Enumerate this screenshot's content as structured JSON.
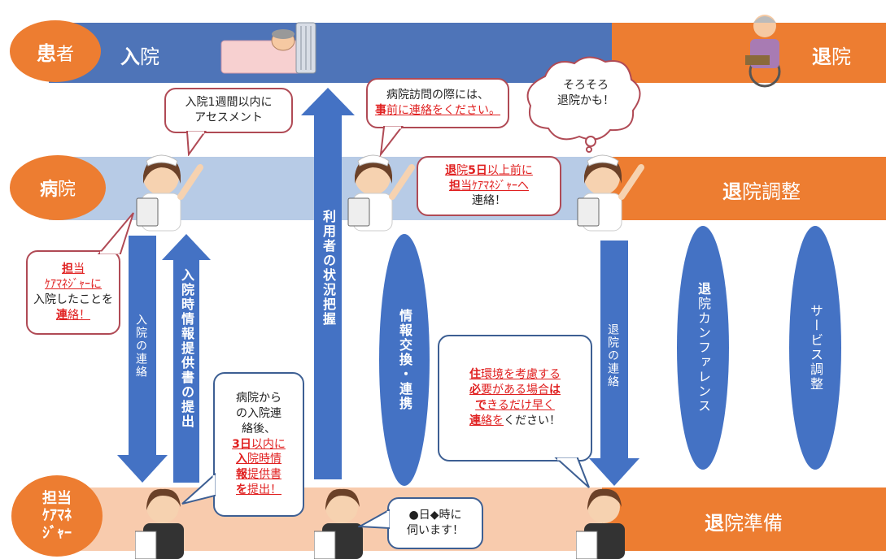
{
  "rows": {
    "patient": {
      "label_b": "患",
      "label": "者",
      "admit_b": "入",
      "admit": "院",
      "discharge_b": "退",
      "discharge": "院"
    },
    "hospital": {
      "label_b": "病",
      "label": "院",
      "coord_b": "退",
      "coord": "院調整"
    },
    "cm": {
      "line1_b": "担",
      "line1": "当",
      "line2": "ｹｱﾏﾈ",
      "line3": "ｼﾞｬｰ",
      "prep_b": "退",
      "prep": "院準備"
    }
  },
  "arrows": {
    "admit_contact": "入院の連絡",
    "info_sheet": "入院時情報提供書の提出",
    "status": "利用者の状況把握",
    "discharge_contact": "退院の連絡"
  },
  "ovals": {
    "exchange": "情報交換・連携",
    "conference_b": "退",
    "conference": "院カンファレンス",
    "service": "サービス調整"
  },
  "bubbles": {
    "assessment": {
      "l1": "入院1週間以内に",
      "l2": "アセスメント"
    },
    "visit": {
      "l1": "病院訪問の際には、",
      "l2_red": "事",
      "l2": "前に連絡をください。"
    },
    "thought": {
      "l1": "そろそろ",
      "l2": "退院かも！"
    },
    "five_days": {
      "a": "退",
      "b": "院",
      "c": "5日",
      "d": "以上前に",
      "e": "担",
      "f": "当ｹｱﾏﾈｼﾞｬｰへ",
      "g": "連絡！"
    },
    "notify": {
      "a": "担",
      "b": "当",
      "c": "ｹｱﾏﾈｼﾞｬｰに",
      "d": "入院したことを",
      "e": "連",
      "f": "絡！"
    },
    "three_days": {
      "l1": "病院から",
      "l2": "の入院連",
      "l3": "絡後、",
      "a": "3日",
      "b": "以内に",
      "c": "入",
      "d": "院時情",
      "e": "報",
      "f": "提供書",
      "g": "を",
      "h": "提出！"
    },
    "housing": {
      "a": "住",
      "b": "環境を考慮する",
      "c": "必",
      "d": "要がある場合",
      "e": "は",
      "f": "で",
      "g": "きるだけ早く",
      "h": "連",
      "i": "絡を",
      "j": "ください！"
    },
    "visit_time": {
      "l1": "●日◆時に",
      "l2": "伺います！"
    }
  },
  "colors": {
    "blue": "#4472c4",
    "orange": "#ed7d31",
    "light_blue": "#b4c7e7",
    "peach": "#f8cbad"
  }
}
